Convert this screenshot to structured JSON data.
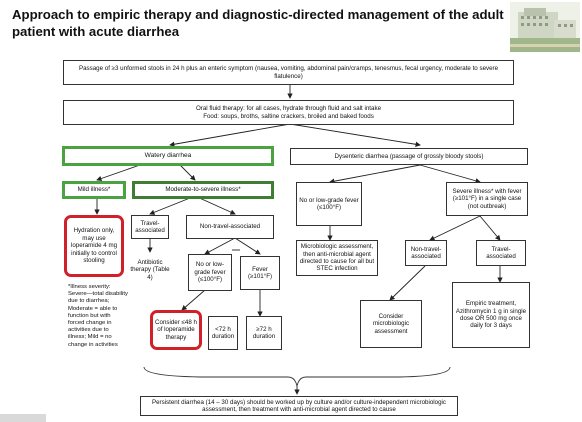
{
  "title": "Approach to empiric therapy and diagnostic-directed management of the adult patient with acute diarrhea",
  "boxes": {
    "passage": "Passage of ≥3 unformed stools in 24 h plus an enteric symptom (nausea, vomiting, abdominal pain/cramps, tenesmus, fecal urgency, moderate to severe flatulence)",
    "oral": "Oral fluid therapy: for all cases, hydrate through fluid and salt intake\nFood: soups, broths, saltine crackers, broiled and baked foods",
    "watery": "Watery diarrhea",
    "dysenteric": "Dysenteric diarrhea (passage of grossly bloody stools)",
    "mild": "Mild illness*",
    "modsev": "Moderate-to-severe illness*",
    "hydration": "Hydration only, may use loperamide 4 mg initially to control stooling",
    "travel_assoc": "Travel-associated",
    "nontravel_assoc": "Non-travel-associated",
    "antibiotic": "Antibiotic therapy (Table 4)",
    "lowfever_left": "No or low-grade fever (≤100°F)",
    "fever101": "Fever (≥101°F)",
    "consider48": "Consider ≤48 h of loperamide therapy",
    "lt72": "<72 h duration",
    "ge72": "≥72 h duration",
    "lowfever_right": "No or low-grade fever (≤100°F)",
    "severe": "Severe illness* with fever (≥101°F) in a single case (not outbreak)",
    "microbio_assess": "Microbiologic assessment, then anti-microbial agent directed to cause for all but STEC infection",
    "nontravel_right": "Non-travel-associated",
    "travel_right": "Travel-associated",
    "consider_micro": "Consider microbiologic assessment",
    "empiric": "Empiric treatment, Azithromycin 1 g in single dose OR 500 mg once daily for 3 days",
    "persistent": "Persistent diarrhea (14 – 30 days) should be worked up by culture and/or culture-independent microbiologic assessment, then treatment with anti-microbial agent directed to cause"
  },
  "note": "*Illness severity: Severe—total disability due to diarrhea; Moderate = able to function but with forced change in activities due to illness; Mild = no change in activities"
}
